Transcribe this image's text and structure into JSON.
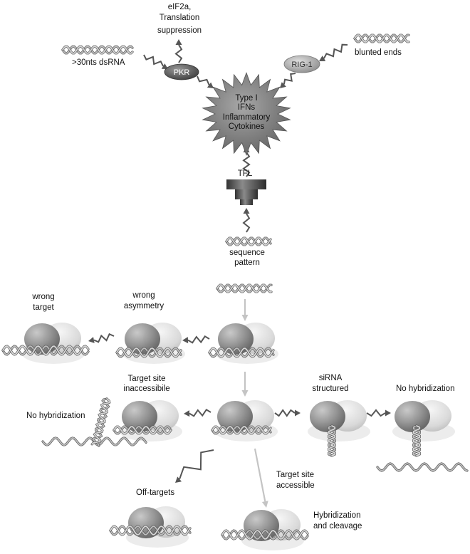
{
  "labels": {
    "eif2a_line1": "eIF2a,",
    "eif2a_line2": "Translation",
    "eif2a_line3": "suppression",
    "dsrna": ">30nts dsRNA",
    "blunted": "blunted ends",
    "pkr": "PKR",
    "rig1": "RIG-1",
    "ifn_line1": "Type I",
    "ifn_line2": "IFNs",
    "ifn_line3": "Inflammatory",
    "ifn_line4": "Cytokines",
    "tfl": "TFL",
    "seq_line1": "sequence",
    "seq_line2": "pattern",
    "wrong_target_line1": "wrong",
    "wrong_target_line2": "target",
    "wrong_asym_line1": "wrong",
    "wrong_asym_line2": "asymmetry",
    "inacc_line1": "Target site",
    "inacc_line2": "inaccessibile",
    "no_hyb_left": "No hybridization",
    "sirna_line1": "siRNA",
    "sirna_line2": "structured",
    "no_hyb_right": "No hybridization",
    "off_targets": "Off-targets",
    "accessible_line1": "Target site",
    "accessible_line2": "accessible",
    "hybcleave_line1": "Hybridization",
    "hybcleave_line2": "and cleavage"
  },
  "colors": {
    "complex_dark": "#8d8d8d",
    "complex_light": "#dcdcdc",
    "shadow": "#ececec",
    "star": "#7d7d7d",
    "pkr": "#6b6b6b",
    "rig1": "#b9b9b9",
    "arrow_gray": "#c4c4c4",
    "zigzag": "#555555"
  }
}
